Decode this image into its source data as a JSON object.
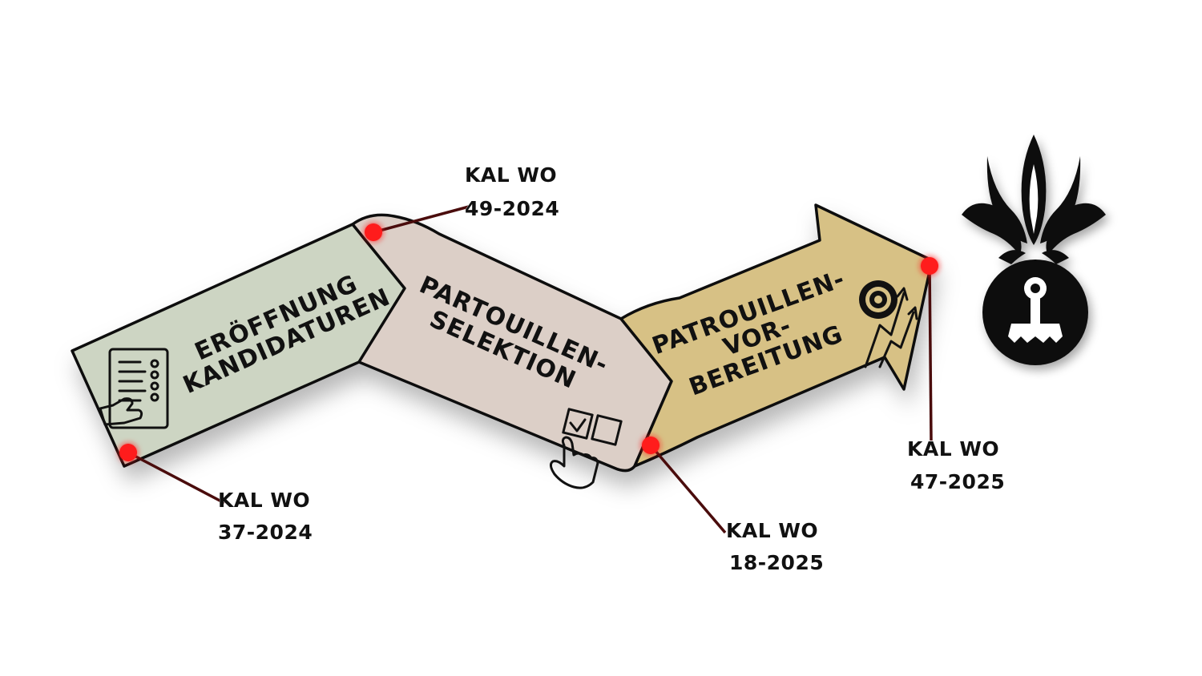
{
  "colors": {
    "phase_1": "#cdd5c3",
    "phase_2": "#dccfc7",
    "phase_3": "#d7c185",
    "milestone": "#ff1a1a",
    "leader": "#4a0c0c",
    "outline": "#111111"
  },
  "phases": [
    {
      "line1": "ERÖFFNUNG",
      "line2": "KANDIDATUREN",
      "line3": "",
      "icon": "application-form-icon"
    },
    {
      "line1": "PARTOUILLEN-",
      "line2": "SELEKTION",
      "line3": "",
      "icon": "checkbox-select-icon"
    },
    {
      "line1": "PATROUILLEN-",
      "line2": "VOR-",
      "line3": "BEREITUNG",
      "icon": "target-growth-icon"
    }
  ],
  "milestones": [
    {
      "line1": "KAL WO",
      "line2": "37-2024"
    },
    {
      "line1": "KAL WO",
      "line2": "49-2024"
    },
    {
      "line1": "KAL WO",
      "line2": "18-2025"
    },
    {
      "line1": "KAL WO",
      "line2": "47-2025"
    }
  ],
  "emblem": {
    "icon": "flame-grenade-emblem-icon"
  }
}
